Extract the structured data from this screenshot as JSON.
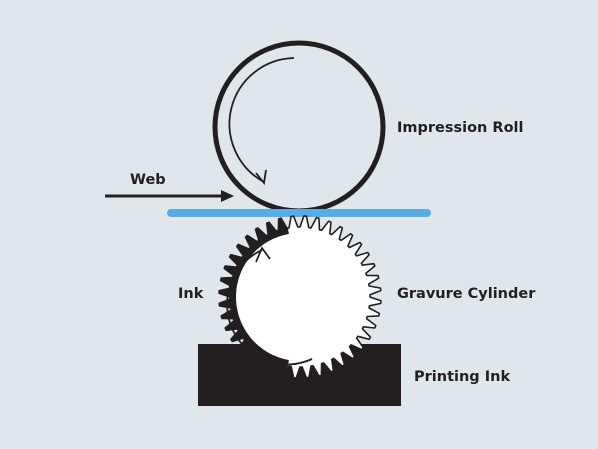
{
  "labels": {
    "impression_roll": "Impression Roll",
    "web": "Web",
    "ink": "Ink",
    "gravure_cylinder": "Gravure Cylinder",
    "printing_ink": "Printing Ink"
  },
  "colors": {
    "background": "#dfe6ec",
    "ink": "#231f20",
    "web": "#5aabe3"
  }
}
